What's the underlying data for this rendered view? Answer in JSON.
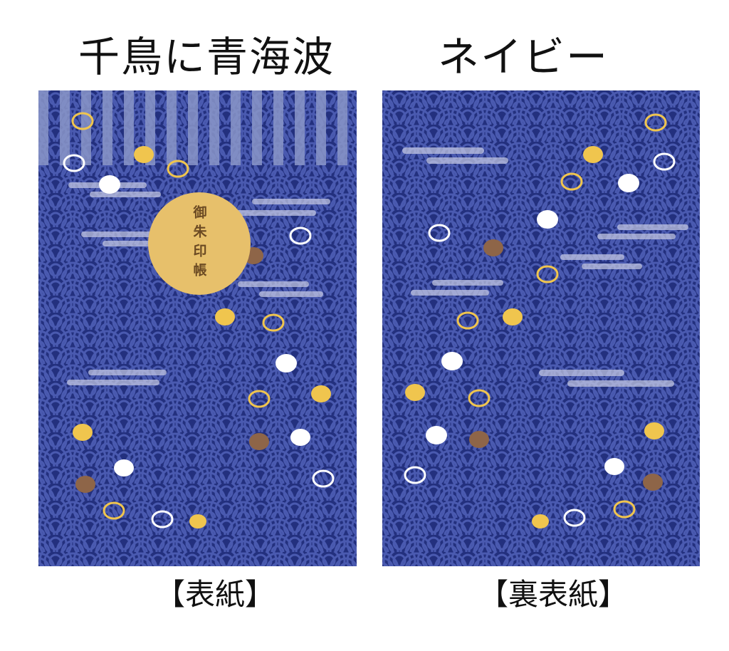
{
  "front": {
    "title": "千鳥に青海波",
    "caption": "【表紙】",
    "seal_text": "御朱印帳",
    "pattern": "seigaiha-with-vertical-stripes",
    "colors": {
      "navy": "#23307e",
      "wave_line": "#4a5ab0",
      "stripe": "#8a96c8",
      "seal": "#e7c06b",
      "seal_text": "#6b4a23",
      "cloud": "#c9cde6"
    }
  },
  "back": {
    "title": "ネイビー",
    "caption": "【裏表紙】",
    "pattern": "seigaiha",
    "colors": {
      "navy": "#23307e",
      "wave_line": "#4a5ab0",
      "cloud": "#c9cde6"
    }
  },
  "bird_colors": {
    "yellow": "#f0c54e",
    "white": "#ffffff",
    "brown": "#8e6548",
    "outline_yellow": "#f0c54e",
    "outline_white": "#ffffff"
  }
}
